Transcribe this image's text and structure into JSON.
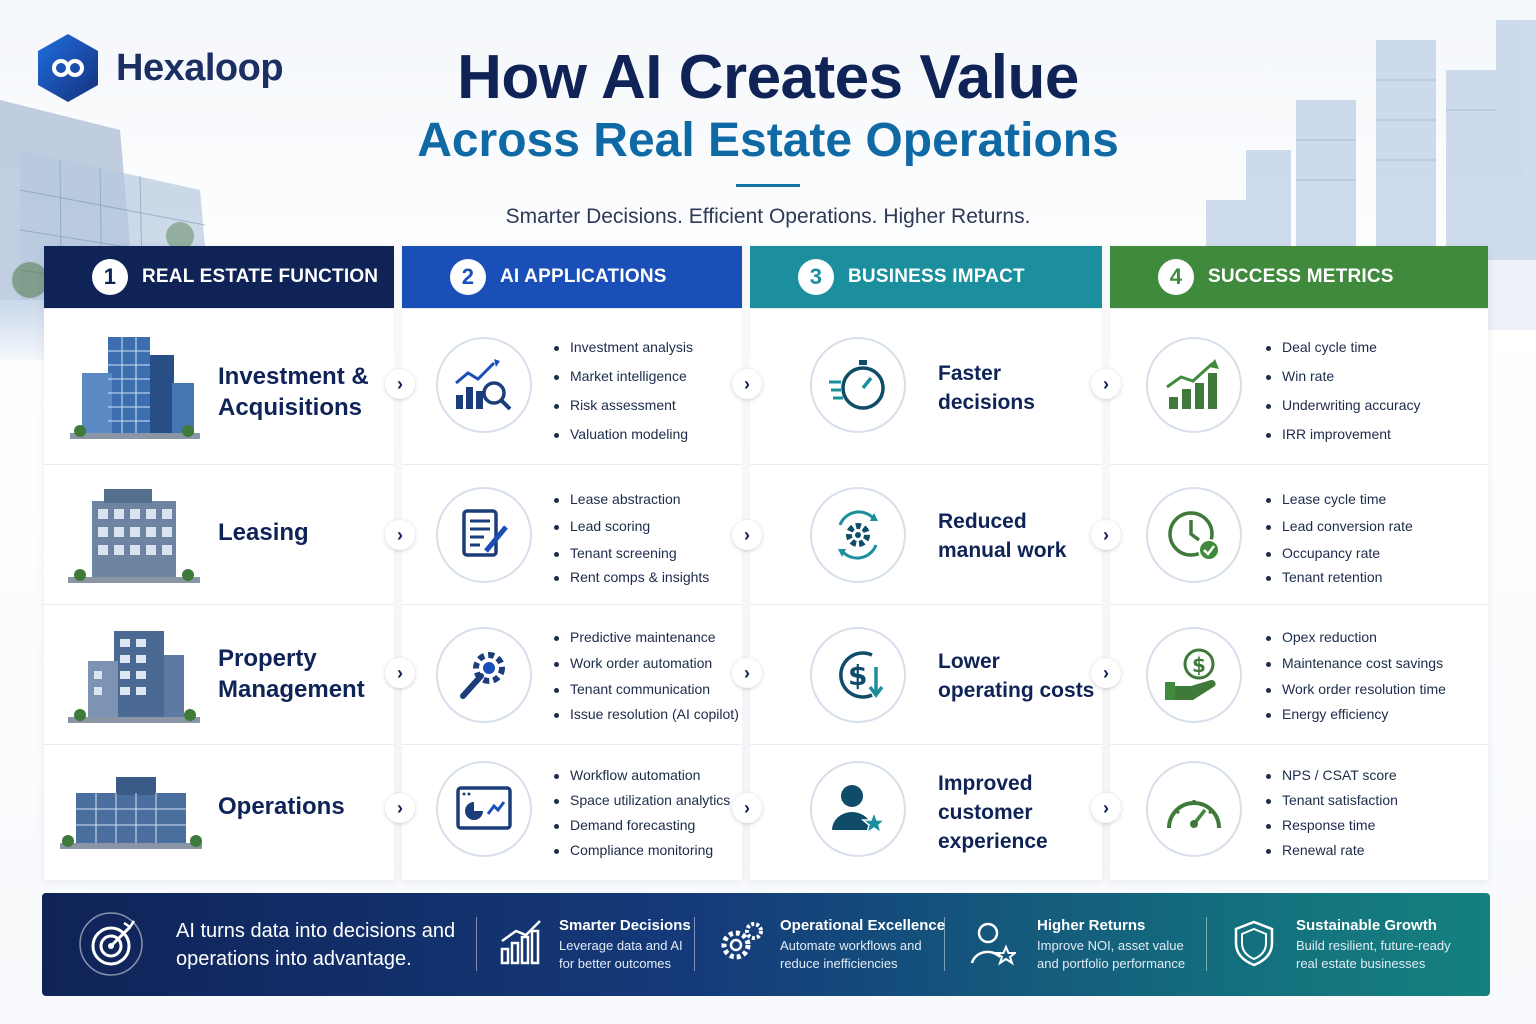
{
  "brand": {
    "name": "Hexaloop"
  },
  "title": {
    "line1": "How AI Creates Value",
    "line2": "Across Real Estate Operations",
    "tagline": "Smarter Decisions. Efficient Operations. Higher Returns."
  },
  "columns": [
    {
      "num": "1",
      "label": "REAL ESTATE FUNCTION"
    },
    {
      "num": "2",
      "label": "AI APPLICATIONS"
    },
    {
      "num": "3",
      "label": "BUSINESS IMPACT"
    },
    {
      "num": "4",
      "label": "SUCCESS METRICS"
    }
  ],
  "rows": [
    {
      "function": {
        "line1": "Investment &",
        "line2": "Acquisitions"
      },
      "applications": [
        "Investment analysis",
        "Market intelligence",
        "Risk assessment",
        "Valuation modeling"
      ],
      "impact": {
        "line1": "Faster",
        "line2": "decisions",
        "line3": ""
      },
      "metrics": [
        "Deal cycle time",
        "Win rate",
        "Underwriting accuracy",
        "IRR improvement"
      ]
    },
    {
      "function": {
        "line1": "Leasing",
        "line2": ""
      },
      "applications": [
        "Lease abstraction",
        "Lead scoring",
        "Tenant screening",
        "Rent comps & insights"
      ],
      "impact": {
        "line1": "Reduced",
        "line2": "manual work",
        "line3": ""
      },
      "metrics": [
        "Lease cycle time",
        "Lead conversion rate",
        "Occupancy rate",
        "Tenant retention"
      ]
    },
    {
      "function": {
        "line1": "Property",
        "line2": "Management"
      },
      "applications": [
        "Predictive maintenance",
        "Work order automation",
        "Tenant communication",
        "Issue resolution (AI copilot)"
      ],
      "impact": {
        "line1": "Lower",
        "line2": "operating costs",
        "line3": ""
      },
      "metrics": [
        "Opex reduction",
        "Maintenance cost savings",
        "Work order resolution time",
        "Energy efficiency"
      ]
    },
    {
      "function": {
        "line1": "Operations",
        "line2": ""
      },
      "applications": [
        "Workflow automation",
        "Space utilization analytics",
        "Demand forecasting",
        "Compliance monitoring"
      ],
      "impact": {
        "line1": "Improved",
        "line2": "customer",
        "line3": "experience"
      },
      "metrics": [
        "NPS / CSAT score",
        "Tenant satisfaction",
        "Response time",
        "Renewal rate"
      ]
    }
  ],
  "footer": {
    "lead": "AI turns data into decisions and operations into advantage.",
    "items": [
      {
        "title": "Smarter Decisions",
        "desc": "Leverage data and AI for better outcomes"
      },
      {
        "title": "Operational Excellence",
        "desc": "Automate workflows and reduce inefficiencies"
      },
      {
        "title": "Higher Returns",
        "desc": "Improve NOI, asset value and portfolio performance"
      },
      {
        "title": "Sustainable Growth",
        "desc": "Build resilient, future-ready real estate businesses"
      }
    ]
  },
  "colors": {
    "navy": "#0f2357",
    "blue": "#1a4fb8",
    "teal": "#1b8f9d",
    "green": "#3f8a3c"
  }
}
